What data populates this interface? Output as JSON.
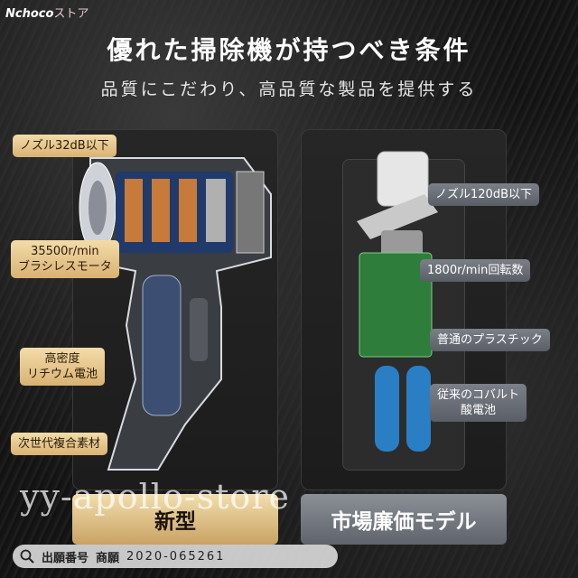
{
  "brand": {
    "name": "Nchoco",
    "suffix": "ストア"
  },
  "title": "優れた掃除機が持つべき条件",
  "subtitle": "品質にこだわり、高品質な製品を提供する",
  "left": {
    "tags": [
      "ノズル32dB以下",
      "35500r/min\nブラシレスモータ",
      "高密度\nリチウム電池",
      "次世代複合素材"
    ],
    "label": "新型"
  },
  "right": {
    "tags": [
      "ノズル120dB以下",
      "1800r/min回転数",
      "普通のプラスチック",
      "従来のコバルト\n酸電池"
    ],
    "label": "市場廉価モデル"
  },
  "watermark": "yy-apollo-store",
  "search": {
    "prefix": "出願番号",
    "label": "商願",
    "value": "2020-065261",
    "icon": "search-icon"
  },
  "colors": {
    "gold": "#d9b273",
    "gray": "#5a5e66",
    "battery": "#2a7fc4",
    "pcb": "#2e7d3a"
  }
}
